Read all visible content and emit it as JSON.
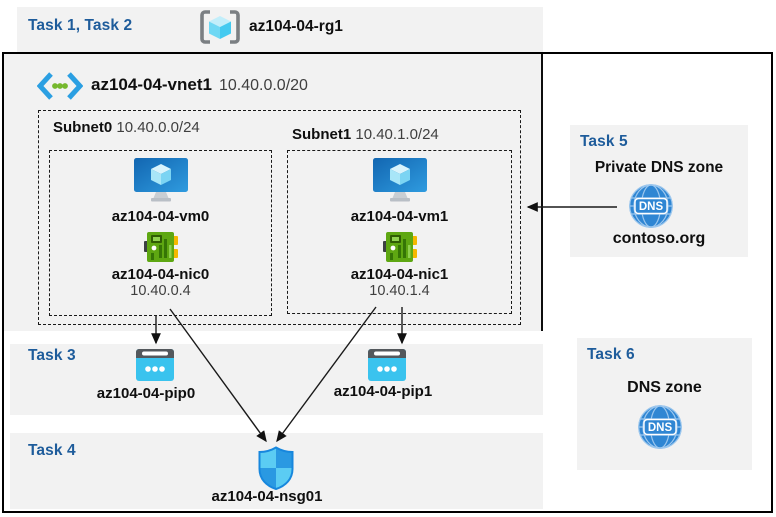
{
  "header": {
    "tasks_label": "Task 1, Task 2",
    "resource_group": "az104-04-rg1"
  },
  "vnet": {
    "name": "az104-04-vnet1",
    "cidr": "10.40.0.0/20",
    "subnets": [
      {
        "name": "Subnet0",
        "cidr": "10.40.0.0/24",
        "vm": "az104-04-vm0",
        "nic": "az104-04-nic0",
        "ip": "10.40.0.4"
      },
      {
        "name": "Subnet1",
        "cidr": "10.40.1.0/24",
        "vm": "az104-04-vm1",
        "nic": "az104-04-nic1",
        "ip": "10.40.1.4"
      }
    ]
  },
  "task3": {
    "label": "Task 3",
    "pip0": "az104-04-pip0",
    "pip1": "az104-04-pip1"
  },
  "task4": {
    "label": "Task 4",
    "nsg": "az104-04-nsg01"
  },
  "task5": {
    "label": "Task 5",
    "title": "Private DNS zone",
    "zone_name": "contoso.org",
    "dns_icon_text": "DNS"
  },
  "task6": {
    "label": "Task 6",
    "title": "DNS zone",
    "dns_icon_text": "DNS"
  },
  "colors": {
    "task_heading": "#1e5c9b",
    "panel_gray": "#f2f2f2",
    "dns_blue": "#2f86d3",
    "shield_light": "#5bccf3",
    "shield_dark": "#2a99e2",
    "pip_cyan": "#3ac3ee",
    "nic_green": "#5ea712",
    "vm_blue": "#1e7acb"
  }
}
